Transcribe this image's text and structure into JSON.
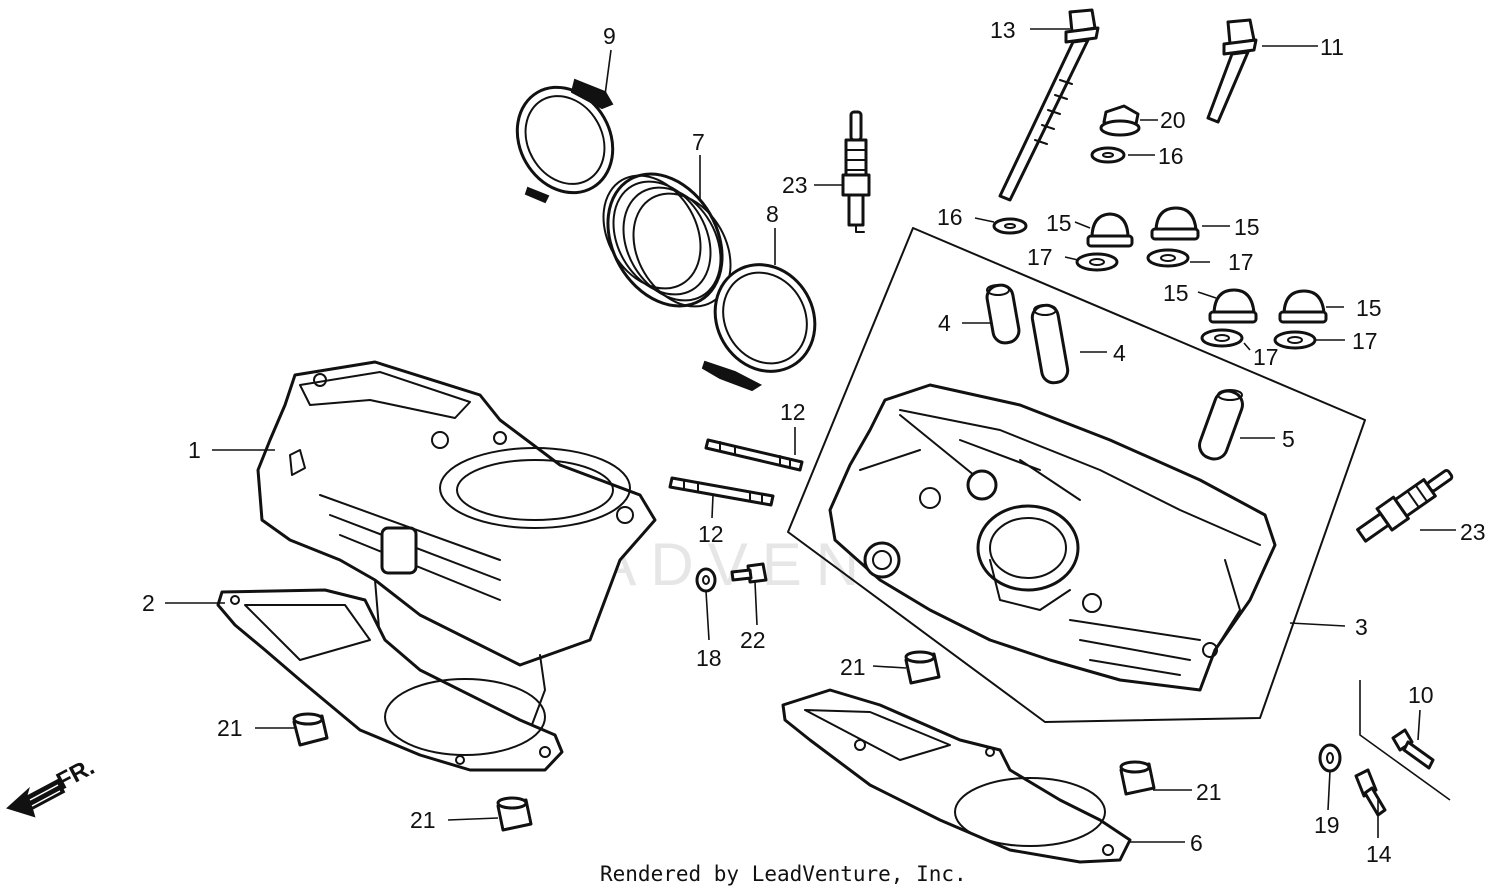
{
  "diagram": {
    "front_indicator": "FR.",
    "footer": "Rendered by LeadVenture, Inc.",
    "watermark": "LEADVENTURE",
    "callouts": {
      "c1": "1",
      "c2": "2",
      "c3": "3",
      "c4a": "4",
      "c4b": "4",
      "c5": "5",
      "c6": "6",
      "c7": "7",
      "c8": "8",
      "c9": "9",
      "c10": "10",
      "c11": "11",
      "c12a": "12",
      "c12b": "12",
      "c13": "13",
      "c14": "14",
      "c15a": "15",
      "c15b": "15",
      "c15c": "15",
      "c15d": "15",
      "c16a": "16",
      "c16b": "16",
      "c17a": "17",
      "c17b": "17",
      "c17c": "17",
      "c17d": "17",
      "c18": "18",
      "c19": "19",
      "c20": "20",
      "c21a": "21",
      "c21b": "21",
      "c21c": "21",
      "c21d": "21",
      "c22": "22",
      "c23a": "23",
      "c23b": "23"
    }
  }
}
